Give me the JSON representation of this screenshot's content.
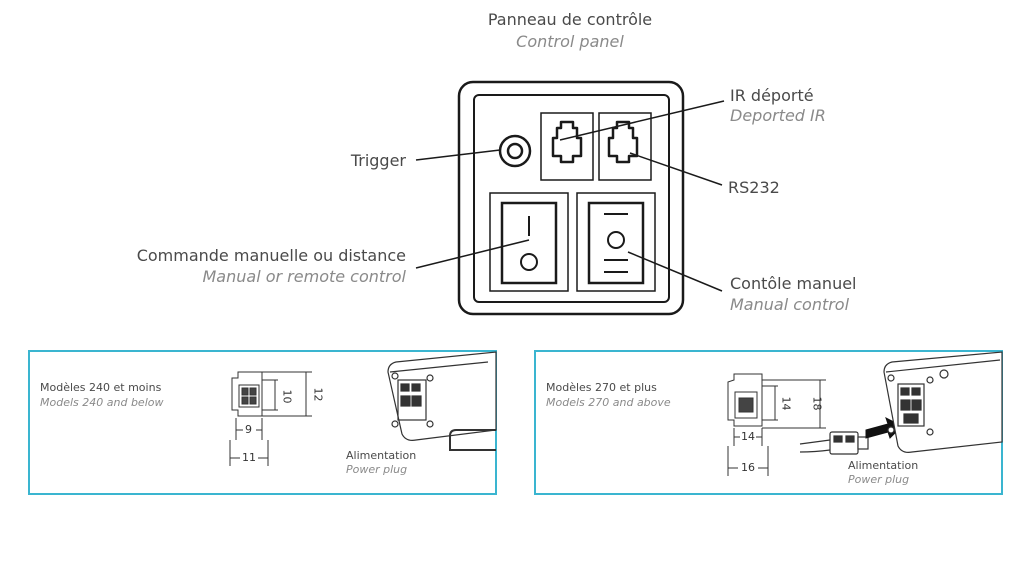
{
  "panel": {
    "title_fr": "Panneau de contrôle",
    "title_en": "Control panel",
    "ir_fr": "IR déporté",
    "ir_en": "Deported IR",
    "rs232": "RS232",
    "trigger": "Trigger",
    "command_fr": "Commande manuelle ou distance",
    "command_en": "Manual or remote control",
    "manual_fr": "Contôle manuel",
    "manual_en": "Manual control"
  },
  "models_small": {
    "title_fr": "Modèles 240 et moins",
    "title_en": "Models 240 and below",
    "dims": [
      "10",
      "12",
      "9",
      "11"
    ],
    "power_fr": "Alimentation",
    "power_en": "Power plug"
  },
  "models_large": {
    "title_fr": "Modèles 270 et plus",
    "title_en": "Models 270 and above",
    "dims": [
      "14",
      "18",
      "14",
      "16"
    ],
    "power_fr": "Alimentation",
    "power_en": "Power plug"
  },
  "colors": {
    "box_border": "#3ab5d0",
    "line": "#1a1a1a"
  }
}
